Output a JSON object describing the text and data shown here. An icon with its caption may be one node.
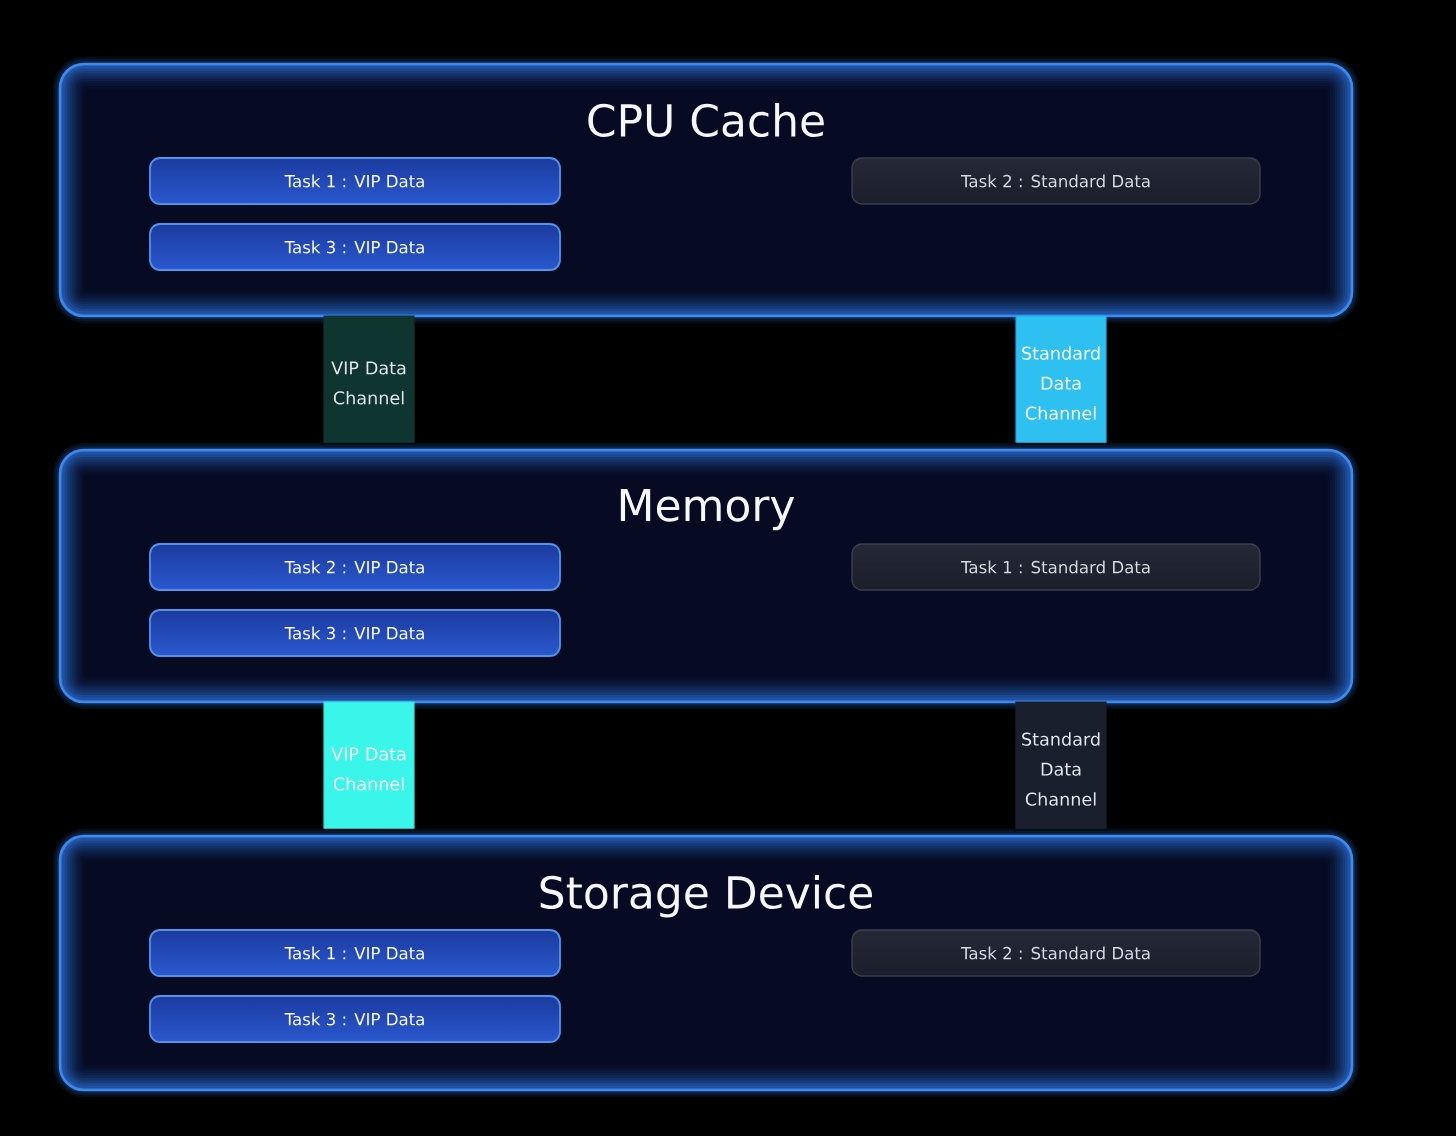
{
  "diagram": {
    "nodes": [
      {
        "text": [
          "CPU Cache"
        ]
      },
      {
        "text": [
          "Task 1 : VIP Data"
        ],
        "in": 0
      },
      {
        "text": [
          "Task 2 : Standard Data"
        ],
        "in": 0
      },
      {
        "text": [
          "Task 3 : VIP Data"
        ],
        "in": 0
      },
      {
        "text": [
          "VIP Data Channel"
        ]
      },
      {
        "text": [
          "Standard Data Channel"
        ]
      },
      {
        "text": [
          "Memory"
        ]
      },
      {
        "text": [
          "Task 2 : VIP Data"
        ],
        "in": 6
      },
      {
        "text": [
          "Task 1 : Standard Data"
        ],
        "in": 6
      },
      {
        "text": [
          "Task 3 : VIP Data"
        ],
        "in": 6
      },
      {
        "text": [
          "VIP Data Channel"
        ]
      },
      {
        "text": [
          "Standard Data Channel"
        ]
      },
      {
        "text": [
          "Storage Device"
        ]
      },
      {
        "text": [
          "Task 1 : VIP Data"
        ],
        "in": 12
      },
      {
        "text": [
          "Task 2 : Standard Data"
        ],
        "in": 12
      },
      {
        "text": [
          "Task 3 : VIP Data"
        ],
        "in": 12
      }
    ]
  }
}
